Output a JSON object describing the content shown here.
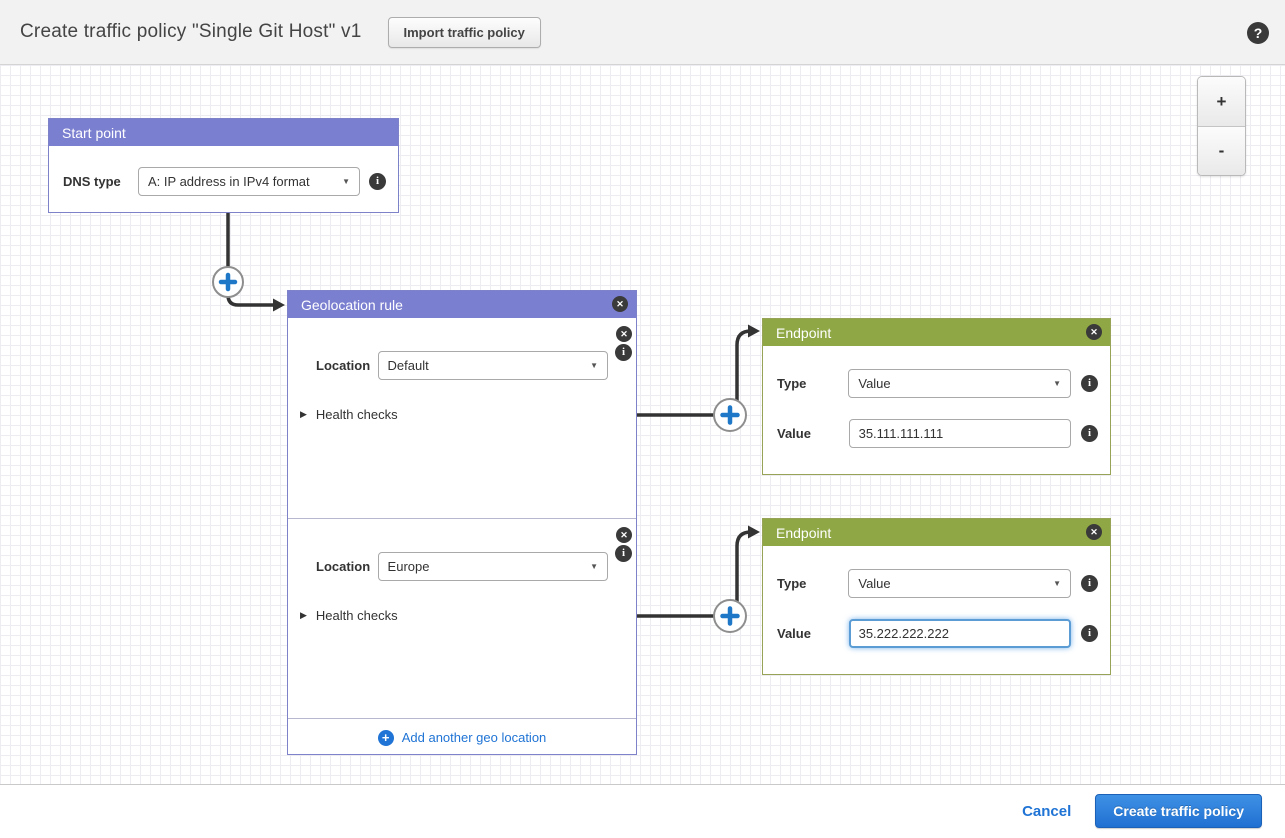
{
  "header": {
    "title": "Create traffic policy \"Single Git Host\" v1",
    "import_button_label": "Import traffic policy",
    "help_glyph": "?"
  },
  "zoom_controls": {
    "zoom_in_label": "+",
    "zoom_out_label": "-"
  },
  "icons": {
    "close_glyph": "✕",
    "info_glyph": "i",
    "caret_glyph": "▼",
    "collapsed_glyph": "▶",
    "plus_glyph": "+"
  },
  "start_point": {
    "title": "Start point",
    "dns_type_label": "DNS type",
    "dns_type_value": "A: IP address in IPv4 format"
  },
  "geolocation_rule": {
    "title": "Geolocation rule",
    "sections": [
      {
        "location_label": "Location",
        "location_value": "Default",
        "health_checks_label": "Health checks"
      },
      {
        "location_label": "Location",
        "location_value": "Europe",
        "health_checks_label": "Health checks"
      }
    ],
    "add_link_label": "Add another geo location"
  },
  "endpoints": [
    {
      "title": "Endpoint",
      "type_label": "Type",
      "type_value": "Value",
      "value_label": "Value",
      "value": "35.111.111.111"
    },
    {
      "title": "Endpoint",
      "type_label": "Type",
      "type_value": "Value",
      "value_label": "Value",
      "value": "35.222.222.222"
    }
  ],
  "footer": {
    "cancel_label": "Cancel",
    "create_button_label": "Create traffic policy"
  },
  "colors": {
    "purple_header": "#7b7fd0",
    "green_header": "#8fa845",
    "link_blue": "#2074d5",
    "primary_button_blue": "#2a7de1",
    "connector_dark": "#333333",
    "plus_blue": "#1f77c8"
  }
}
